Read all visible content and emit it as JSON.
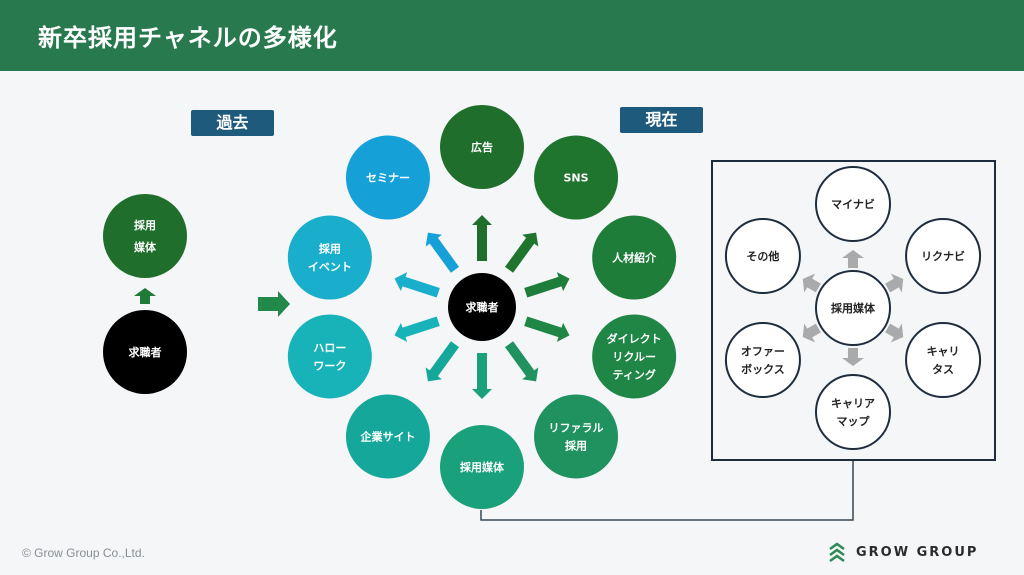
{
  "header": {
    "title": "新卒採用チャネルの多様化"
  },
  "labels": {
    "past": "過去",
    "present": "現在"
  },
  "past": {
    "media": {
      "lines": [
        "採用",
        "媒体"
      ],
      "color": "#1f6e2b"
    },
    "seeker": {
      "lines": [
        "求職者"
      ],
      "color": "#000000"
    },
    "arrow_color": "#1f7a37"
  },
  "transition_arrow_color": "#22894a",
  "present": {
    "center": {
      "lines": [
        "求職者"
      ],
      "color": "#000000"
    },
    "channels": [
      {
        "lines": [
          "広告"
        ],
        "color": "#1f6e2b"
      },
      {
        "lines": [
          "SNS"
        ],
        "color": "#1f742e"
      },
      {
        "lines": [
          "人材紹介"
        ],
        "color": "#1f7d3a"
      },
      {
        "lines": [
          "ダイレクト",
          "リクルー",
          "ティング"
        ],
        "color": "#1f8646"
      },
      {
        "lines": [
          "リファラル",
          "採用"
        ],
        "color": "#1f9260"
      },
      {
        "lines": [
          "採用媒体"
        ],
        "color": "#1aa07a"
      },
      {
        "lines": [
          "企業サイト"
        ],
        "color": "#15a89a"
      },
      {
        "lines": [
          "ハロー",
          "ワーク"
        ],
        "color": "#17b3b8"
      },
      {
        "lines": [
          "採用",
          "イベント"
        ],
        "color": "#19aecb"
      },
      {
        "lines": [
          "セミナー"
        ],
        "color": "#16a0d8"
      }
    ]
  },
  "media_panel": {
    "center": {
      "lines": [
        "採用媒体"
      ]
    },
    "items": [
      {
        "lines": [
          "マイナビ"
        ]
      },
      {
        "lines": [
          "リクナビ"
        ]
      },
      {
        "lines": [
          "キャリ",
          "タス"
        ]
      },
      {
        "lines": [
          "キャリア",
          "マップ"
        ]
      },
      {
        "lines": [
          "オファー",
          "ボックス"
        ]
      },
      {
        "lines": [
          "その他"
        ]
      }
    ],
    "arrow_color": "#a9aaab",
    "border_color": "#1e2d3d"
  },
  "footer": {
    "copyright": "© Grow Group Co.,Ltd.",
    "logo_text": "GROW GROUP",
    "logo_color": "#2f8a57"
  }
}
